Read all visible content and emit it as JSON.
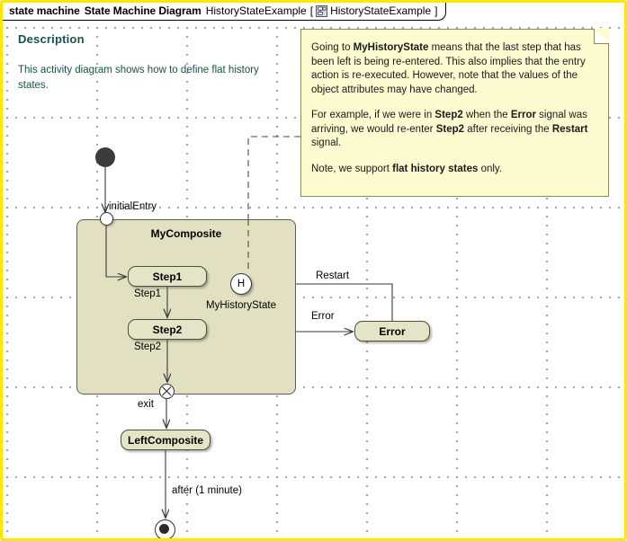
{
  "header": {
    "kind": "state machine",
    "diagram_type": "State Machine Diagram",
    "name": "HistoryStateExample",
    "bracket_open": "[",
    "bracket_close": "]",
    "frame_name": "HistoryStateExample",
    "icon": "state-machine-icon"
  },
  "description": {
    "title": "Description",
    "body": "This activity diagram shows how to define flat history states."
  },
  "note": {
    "paragraph1_pre": "Going to ",
    "paragraph1_bold": "MyHistoryState",
    "paragraph1_post": " means that the last step that has been left is being re-entered. This also implies that the entry action is re-executed. However, note that the values of the object attributes may have changed.",
    "paragraph2_a": "For example, if we were in ",
    "paragraph2_b": "Step2",
    "paragraph2_c": " when the ",
    "paragraph2_d": "Error",
    "paragraph2_e": " signal was arriving, we would re-enter ",
    "paragraph2_f": "Step2",
    "paragraph2_g": " after receiving the ",
    "paragraph2_h": "Restart",
    "paragraph2_i": " signal.",
    "paragraph3_pre": "Note, we support ",
    "paragraph3_bold": "flat history states",
    "paragraph3_post": " only."
  },
  "diagram": {
    "composite": {
      "label": "MyComposite"
    },
    "states": {
      "step1": "Step1",
      "step2": "Step2",
      "error": "Error",
      "left_composite": "LeftComposite"
    },
    "pseudo": {
      "history_symbol": "H",
      "history_label": "MyHistoryState",
      "initial_node": "initial-node",
      "entry_point": "initialEntry-entry-point",
      "exit_point": "exit-point",
      "final_node": "final-node"
    },
    "edge_labels": {
      "initial_entry": "initialEntry",
      "step1": "Step1",
      "step2": "Step2",
      "exit": "exit",
      "after": "after (1 minute)",
      "restart": "Restart",
      "error": "Error"
    }
  },
  "colors": {
    "frame": "#ffe800",
    "note_fill": "#fdfbd0",
    "note_border": "#8a8a5c",
    "composite_fill": "#e1e1c2",
    "state_fill": "#e4e4c6",
    "description_text": "#15534b",
    "edge": "#3a3a3a"
  }
}
